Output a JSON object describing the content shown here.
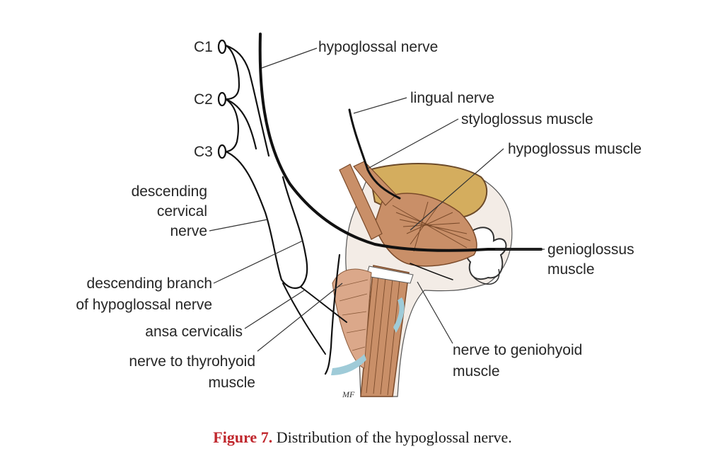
{
  "labels": {
    "c1": "C1",
    "c2": "C2",
    "c3": "C3",
    "hypoglossal_nerve": "hypoglossal nerve",
    "lingual_nerve": "lingual nerve",
    "styloglossus_muscle": "styloglossus muscle",
    "hypoglossus_muscle": "hypoglossus muscle",
    "genioglossus_line1": "genioglossus",
    "genioglossus_line2": "muscle",
    "descending_cervical_line1": "descending",
    "descending_cervical_line2": "cervical",
    "descending_cervical_line3": "nerve",
    "descending_branch_line1": "descending branch",
    "descending_branch_line2": "of hypoglossal nerve",
    "ansa_cervicalis": "ansa cervicalis",
    "nerve_thyrohyoid_line1": "nerve to thyrohyoid",
    "nerve_thyrohyoid_line2": "muscle",
    "nerve_geniohyoid_line1": "nerve to geniohyoid",
    "nerve_geniohyoid_line2": "muscle"
  },
  "caption": {
    "figure": "Figure 7.",
    "text": " Distribution of the hypoglossal nerve."
  },
  "artist_mark": "MF",
  "colors": {
    "muscle": "#c98f68",
    "muscle_dark": "#8a5a3a",
    "tongue_fill": "#d4ad5e",
    "nerve": "#111111",
    "accent_blue": "#9fcbd8",
    "skin_fill": "#f3ece6"
  }
}
